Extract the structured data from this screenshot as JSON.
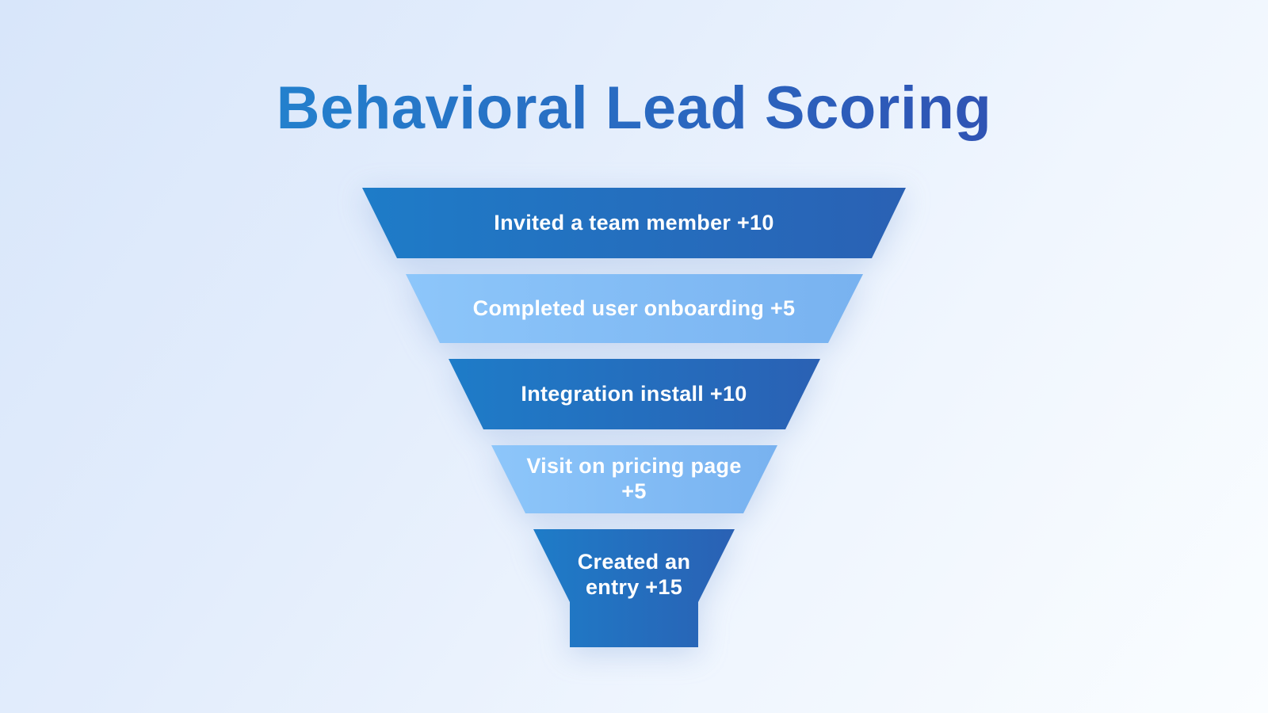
{
  "title": {
    "text": "Behavioral Lead Scoring"
  },
  "colors": {
    "title_gradient_start": "#2380cd",
    "title_gradient_end": "#2f53b4",
    "background_top_left": "#d8e6fa",
    "background_bottom_right": "#fafdff",
    "stage_dark_gradient_start": "#1e7cc8",
    "stage_dark_gradient_end": "#2a61b4",
    "stage_light_gradient_start": "#8dc6fa",
    "stage_light_gradient_end": "#78b2f0",
    "label_text": "#ffffff"
  },
  "funnel": {
    "stages": [
      {
        "variant": "dark",
        "label": "Invited a team member +10",
        "lines": [
          "Invited a team member +10"
        ]
      },
      {
        "variant": "light",
        "label": "Completed user onboarding +5",
        "lines": [
          "Completed user onboarding +5"
        ]
      },
      {
        "variant": "dark",
        "label": "Integration install +10",
        "lines": [
          "Integration install +10"
        ]
      },
      {
        "variant": "light",
        "label": "Visit on pricing page +5",
        "lines": [
          "Visit on pricing page",
          "+5"
        ]
      },
      {
        "variant": "dark",
        "label": "Created an entry +15",
        "lines": [
          "Created an",
          "entry +15"
        ]
      }
    ]
  }
}
